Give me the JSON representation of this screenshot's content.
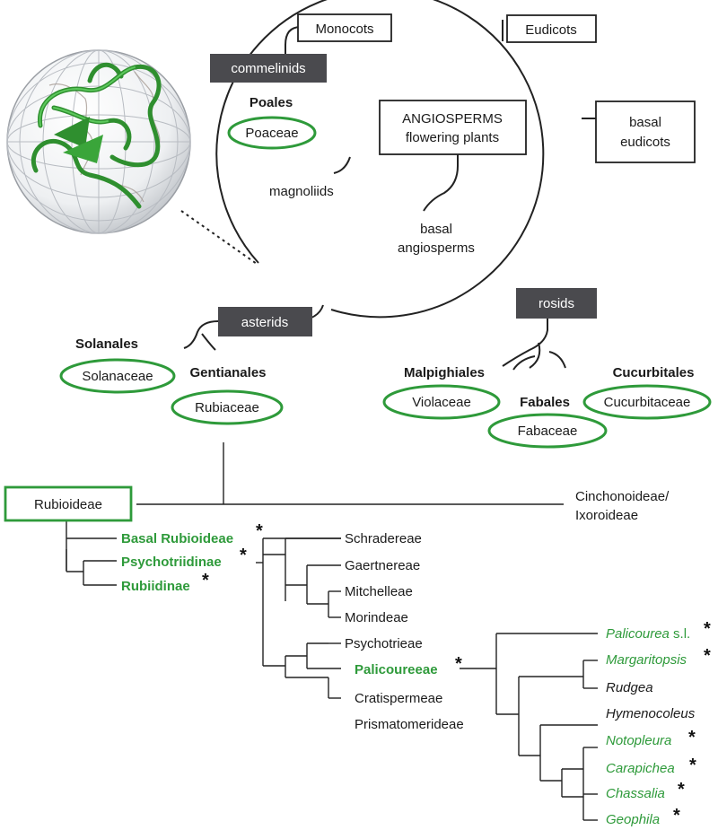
{
  "colors": {
    "green": "#2e9a3a",
    "dark_box": "#4a4a4e",
    "line": "#222222"
  },
  "globe": {
    "icon": "protein-structure-on-globe"
  },
  "angiosperms": {
    "center_line1": "ANGIOSPERMS",
    "center_line2": "flowering plants",
    "monocots": "Monocots",
    "eudicots": "Eudicots",
    "basal_eudicots_1": "basal",
    "basal_eudicots_2": "eudicots",
    "magnoliids": "magnoliids",
    "basal_angiosperms_1": "basal",
    "basal_angiosperms_2": "angiosperms",
    "commelinids": "commelinids",
    "asterids": "asterids",
    "rosids": "rosids"
  },
  "orders": {
    "poales": "Poales",
    "solanales": "Solanales",
    "gentianales": "Gentianales",
    "malpighiales": "Malpighiales",
    "fabales": "Fabales",
    "cucurbitales": "Cucurbitales"
  },
  "families": {
    "poaceae": "Poaceae",
    "solanaceae": "Solanaceae",
    "rubiaceae": "Rubiaceae",
    "violaceae": "Violaceae",
    "fabaceae": "Fabaceae",
    "cucurbitaceae": "Cucurbitaceae"
  },
  "rubiaceae_tree": {
    "rubioideae": "Rubioideae",
    "cinchonoideae_1": "Cinchonoideae/",
    "cinchonoideae_2": "Ixoroideae",
    "basal_rubioideae": "Basal Rubioideae",
    "psychotriidinae": "Psychotriidinae",
    "rubiidinae": "Rubiidinae"
  },
  "tribes": {
    "schradereae": "Schradereae",
    "gaertnereae": "Gaertnereae",
    "mitchelleae": "Mitchelleae",
    "morindeae": "Morindeae",
    "psychotrieae": "Psychotrieae",
    "palicoureeae": "Palicoureeae",
    "cratispermeae": "Cratispermeae",
    "prismatomerideae": "Prismatomerideae"
  },
  "genera": {
    "palicourea": "Palicourea",
    "palicourea_suffix": " s.l.",
    "margaritopsis": "Margaritopsis",
    "rudgea": "Rudgea",
    "hymenocoleus": "Hymenocoleus",
    "notopleura": "Notopleura",
    "carapichea": "Carapichea",
    "chassalia": "Chassalia",
    "geophila": "Geophila"
  },
  "marker": "*"
}
